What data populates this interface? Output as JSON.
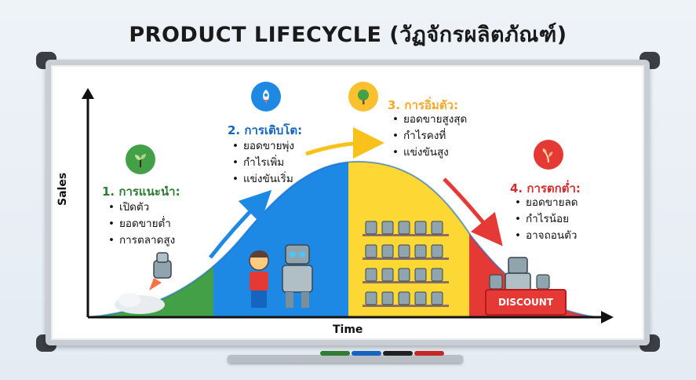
{
  "title": "PRODUCT LIFECYCLE (วัฏจักรผลิตภัณฑ์)",
  "axes": {
    "x_label": "Time",
    "y_label": "Sales"
  },
  "stages": [
    {
      "title": "1. การแนะนำ:",
      "color": "#2e7d32",
      "icon": "sprout-icon",
      "bullets": [
        "เปิดตัว",
        "ยอดขายต่ำ",
        "การตลาดสูง"
      ]
    },
    {
      "title": "2. การเติบโต:",
      "color": "#1565c0",
      "icon": "rocket-icon",
      "bullets": [
        "ยอดขายพุ่ง",
        "กำไรเพิ่ม",
        "แข่งขันเริ่ม"
      ]
    },
    {
      "title": "3. การอิ่มตัว:",
      "color": "#f9a825",
      "icon": "tree-icon",
      "bullets": [
        "ยอดขายสูงสุด",
        "กำไรคงที่",
        "แข่งขันสูง"
      ]
    },
    {
      "title": "4. การตกต่ำ:",
      "color": "#d32f2f",
      "icon": "withered-plant-icon",
      "bullets": [
        "ยอดขายลด",
        "กำไรน้อย",
        "อาจถอนตัว"
      ]
    }
  ],
  "discount_label": "DISCOUNT",
  "colors": {
    "intro": "#43a047",
    "growth": "#1e88e5",
    "maturity": "#fdd835",
    "decline": "#e53935"
  }
}
